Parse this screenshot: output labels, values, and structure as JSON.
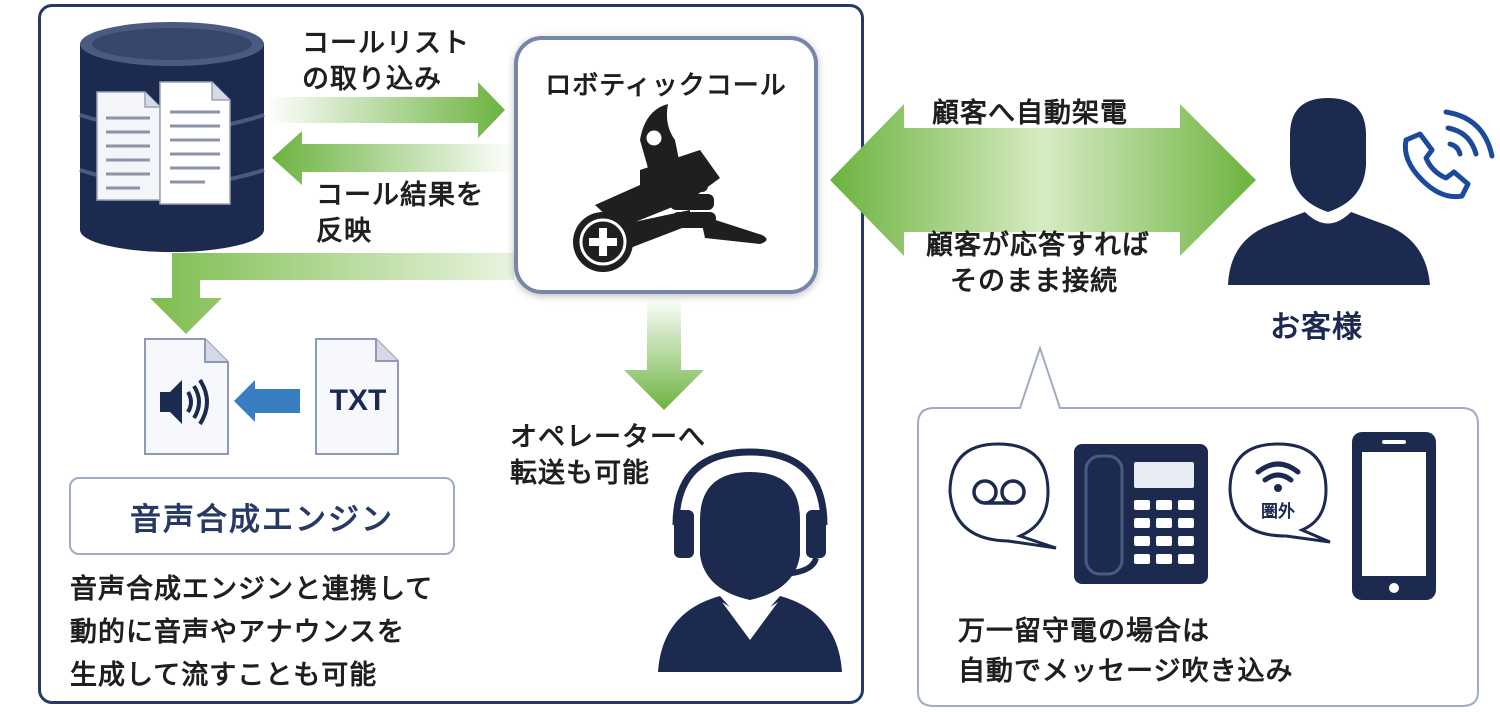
{
  "robotic_call": {
    "title": "ロボティックコール"
  },
  "arrows": {
    "import_list": [
      "コールリスト",
      "の取り込み"
    ],
    "reflect_result": [
      "コール結果を",
      "反映"
    ],
    "auto_call": "顧客へ自動架電",
    "connect": [
      "顧客が応答すれば",
      "そのまま接続"
    ],
    "transfer": [
      "オペレーターへ",
      "転送も可能"
    ]
  },
  "customer": {
    "label": "お客様"
  },
  "file_icon": {
    "label": "TXT"
  },
  "engine": {
    "label": "音声合成エンジン",
    "description": [
      "音声合成エンジンと連携して",
      "動的に音声やアナウンスを",
      "生成して流すことも可能"
    ]
  },
  "voicemail": {
    "out_of_range_label": "圏外",
    "text": [
      "万一留守電の場合は",
      "自動でメッセージ吹き込み"
    ]
  },
  "colors": {
    "navy": "#1b2a4e",
    "green": "#6cb33f",
    "frame_border": "#263a63",
    "arrow_blue": "#3a7ec2"
  },
  "icons": [
    "database-icon",
    "robot-hand-icon",
    "customer-silhouette-icon",
    "phone-ringing-icon",
    "speaker-file-icon",
    "txt-file-icon",
    "operator-headset-icon",
    "voicemail-icon",
    "desk-phone-icon",
    "no-signal-icon",
    "smartphone-icon"
  ]
}
